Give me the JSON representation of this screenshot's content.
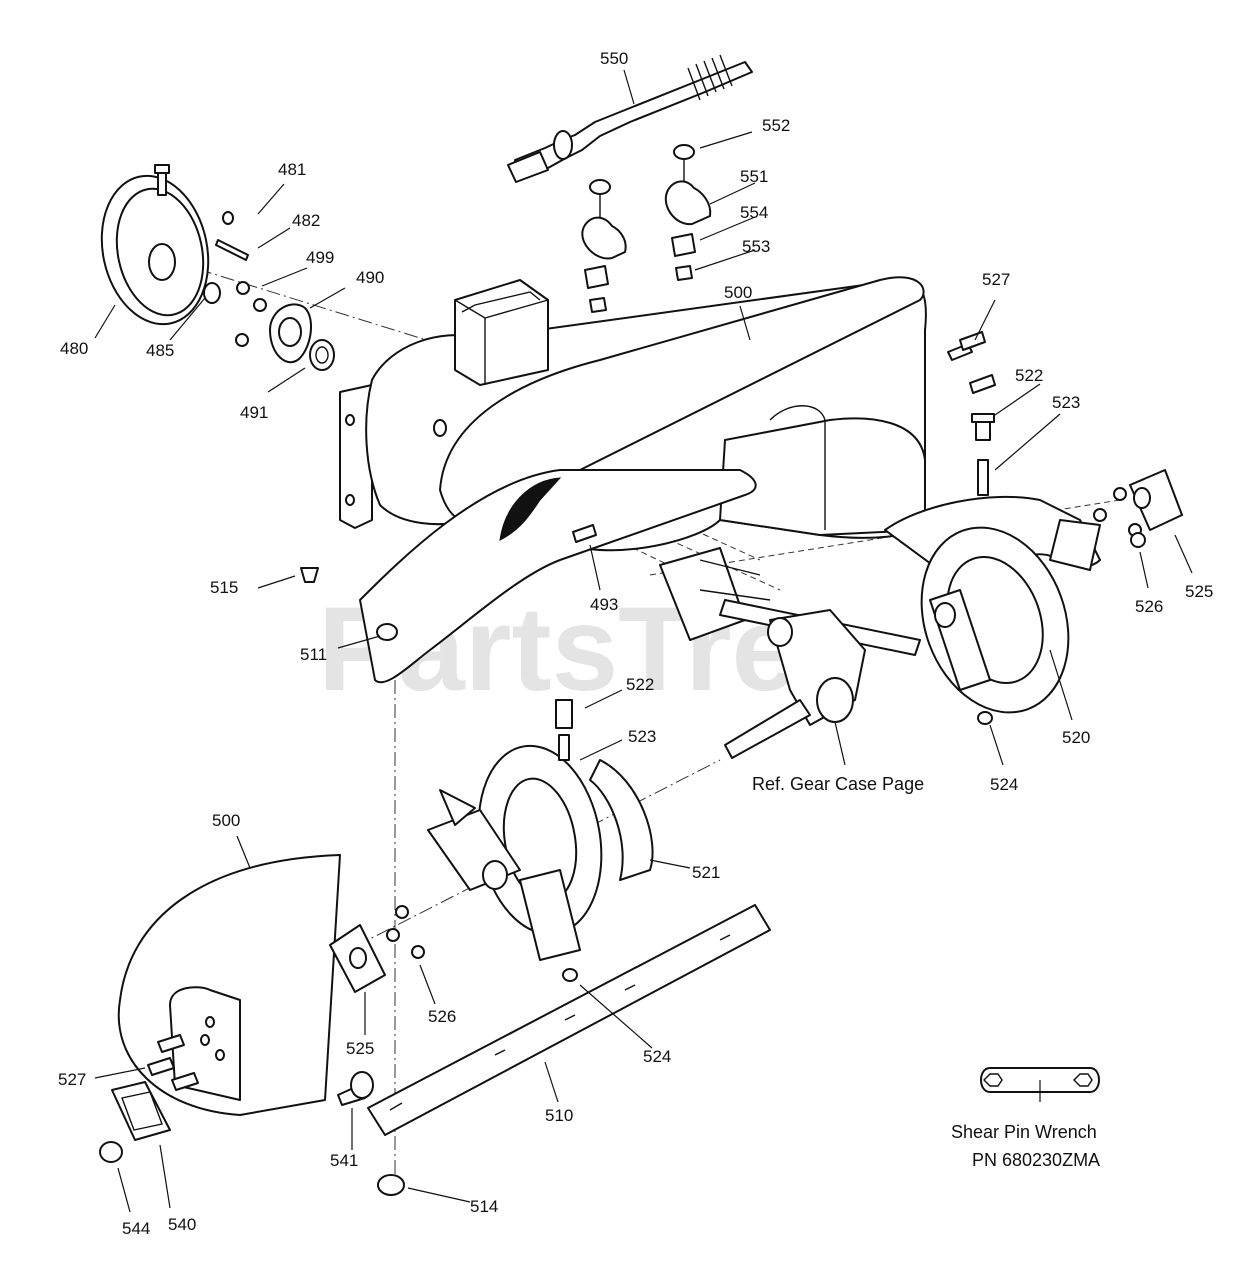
{
  "watermark": {
    "text": "PartsTree"
  },
  "notes": {
    "ref_gear_case": "Ref. Gear Case Page",
    "shear_pin_wrench_title": "Shear Pin Wrench",
    "shear_pin_wrench_pn": "PN 680230ZMA"
  },
  "callouts": {
    "c550": "550",
    "c552": "552",
    "c551": "551",
    "c554": "554",
    "c553": "553",
    "c481": "481",
    "c482": "482",
    "c499": "499",
    "c490": "490",
    "c480": "480",
    "c485": "485",
    "c491": "491",
    "c500a": "500",
    "c527a": "527",
    "c522a": "522",
    "c523a": "523",
    "c525a": "525",
    "c526a": "526",
    "c515": "515",
    "c511": "511",
    "c493": "493",
    "c520": "520",
    "c524a": "524",
    "c522b": "522",
    "c523b": "523",
    "c521": "521",
    "c500b": "500",
    "c526b": "526",
    "c525b": "525",
    "c524b": "524",
    "c527b": "527",
    "c510": "510",
    "c541": "541",
    "c514": "514",
    "c544": "544",
    "c540": "540"
  }
}
